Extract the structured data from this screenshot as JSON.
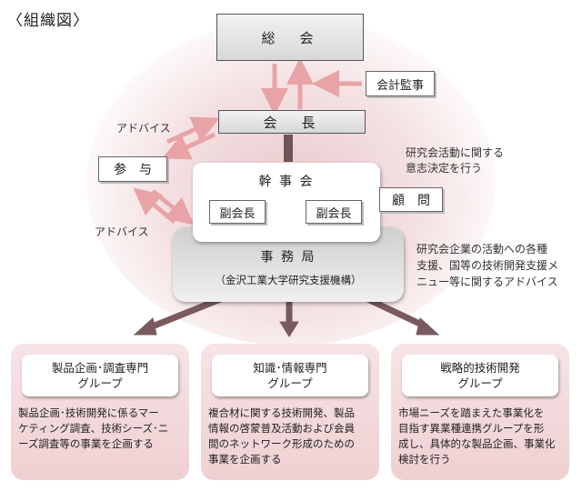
{
  "title": "〈組織図〉",
  "nodes": {
    "general_meeting": "総　会",
    "auditor": "会計監事",
    "chairman": "会　長",
    "counselor": "参　与",
    "executive_committee": "幹 事 会",
    "vice_chair_left": "副会長",
    "vice_chair_right": "副会長",
    "advisor": "顧　問",
    "secretariat": "事 務 局",
    "secretariat_sub": "（金沢工業大学研究支援機構）"
  },
  "labels": {
    "advice_top": "アドバイス",
    "advice_bottom": "アドバイス",
    "decision_note": [
      "研究会活動に関する",
      "意志決定を行う"
    ],
    "support_note": [
      "研究会企業の活動への各種",
      "支援、国等の技術開発支援メ",
      "ニュー等に関するアドバイス"
    ]
  },
  "groups": [
    {
      "title": [
        "製品企画･調査専門",
        "グループ"
      ],
      "body": [
        "製品企画･技術開発に係るマー",
        "ケティング調査、技術シーズ･ニ",
        "ーズ調査等の事業を企画する"
      ]
    },
    {
      "title": [
        "知識･情報専門",
        "グループ"
      ],
      "body": [
        "複合材に関する技術開発、製品",
        "情報の啓蒙普及活動および会員",
        "間のネットワーク形成のための",
        "事業を企画する"
      ]
    },
    {
      "title": [
        "戦略的技術開発",
        "グループ"
      ],
      "body": [
        "市場ニーズを踏まえた事業化を",
        "目指す異業種連携グループを形",
        "成し、具体的な製品企画、事業化",
        "検討を行う"
      ]
    }
  ],
  "colors": {
    "pink_arrow": "#e8a3a7",
    "brown_arrow": "#7a5a5c",
    "panel_bg": "#f2d9db"
  }
}
